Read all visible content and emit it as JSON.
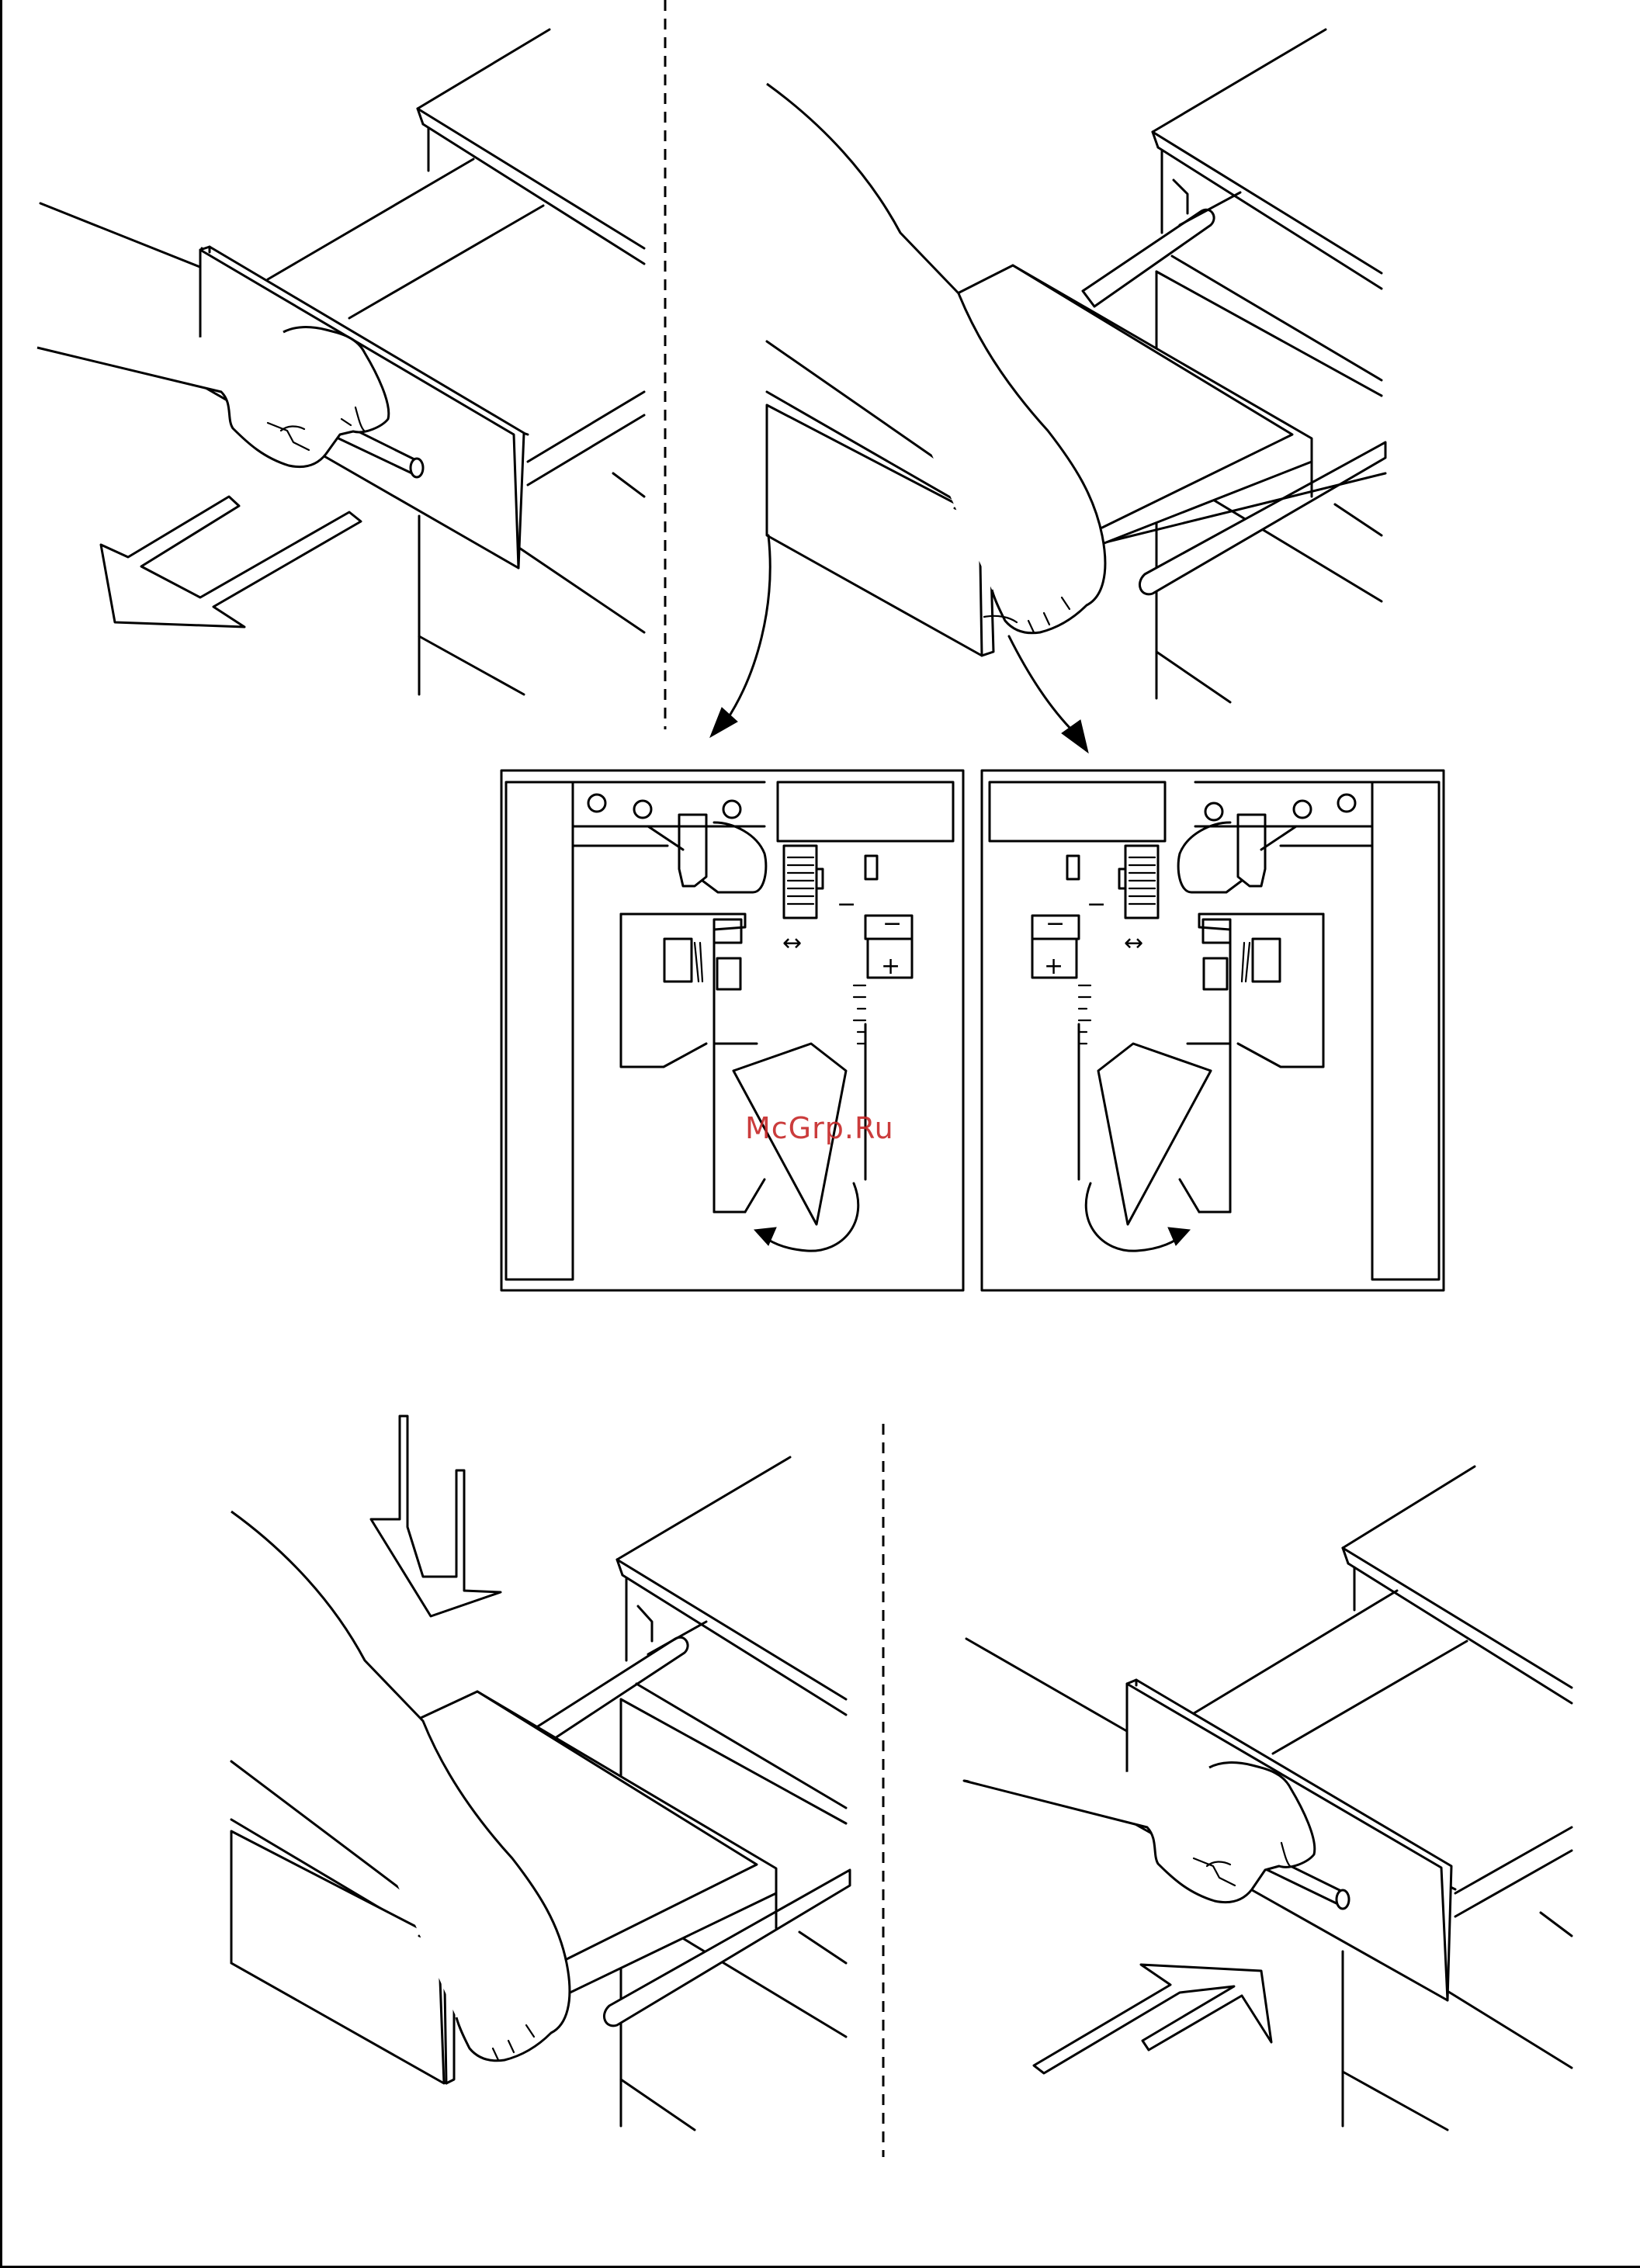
{
  "document": {
    "watermark_text": "McGrp.Ru",
    "panels": [
      {
        "id": "step-1",
        "subject": "hand pulling drawer open by handle",
        "direction": "out"
      },
      {
        "id": "step-2",
        "subject": "hands lifting drawer off runners",
        "direction": "up"
      },
      {
        "id": "detail-left",
        "subject": "left runner adjustment detail",
        "symbols": {
          "minus": "−",
          "plus": "+",
          "adjust": "↔"
        }
      },
      {
        "id": "detail-right",
        "subject": "right runner adjustment detail",
        "symbols": {
          "minus": "−",
          "plus": "+",
          "adjust": "↔"
        }
      },
      {
        "id": "step-3",
        "subject": "hands placing drawer onto runners",
        "direction": "down"
      },
      {
        "id": "step-4",
        "subject": "hand pushing drawer closed",
        "direction": "in"
      }
    ]
  },
  "colors": {
    "line": "#000000",
    "background": "#ffffff",
    "watermark": "#c62828"
  }
}
